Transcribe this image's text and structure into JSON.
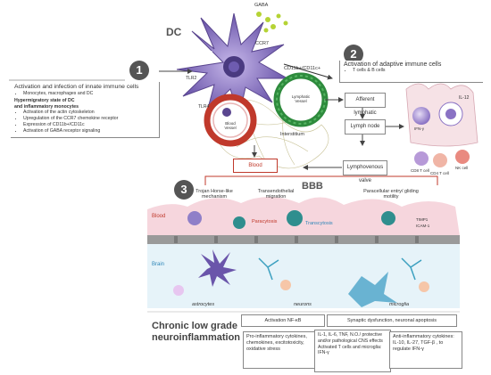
{
  "dc": {
    "title": "DC",
    "gaba": "GABA",
    "ccr7": "CCR7",
    "tlr3": "TLR3",
    "tlr2": "TLR2",
    "tlr4": "TLR4",
    "cd11": "CD11b+/CD11c+"
  },
  "step1": {
    "number": "1",
    "title": "Activation and infection of innate immune cells",
    "cells": [
      "Monocytes, macrophages and DC"
    ],
    "subtitle_1": "Hypermigratory state of DC",
    "subtitle_2": "and inflammatory monocytes",
    "items": [
      "Activation of the actin cytoskeleton",
      "Upregulation of the CCR7 chemokine receptor",
      "Expression of CD11b+/CD11c",
      "Activation of GABA receptor signaling"
    ]
  },
  "step2": {
    "number": "2",
    "title": "Activation of adaptive immune cells",
    "items": [
      "T cells & B cells"
    ]
  },
  "vessels": {
    "lymphatic": "Lymphatic Vessel",
    "blood": "Blood Vessel",
    "interstitium": "Interstitium"
  },
  "flow": {
    "afferent": "Afferent lymphatic",
    "node": "Lymph node",
    "valve": "Lymphovenous valve",
    "blood": "Blood"
  },
  "lymph_cells": {
    "il12": "IL-12",
    "ifng": "IFN-γ",
    "cd8": "CD8 T cell",
    "cd4": "CD4 T cell",
    "nk": "NK cell"
  },
  "step3": {
    "number": "3",
    "bbb": "BBB",
    "blood": "Blood",
    "brain": "Brain",
    "trojan": "Trojan Horse-like mechanism",
    "transendo": "Transendothelial migration",
    "paracellular": "Paracellular entry/ gliding motility",
    "paracytosis": "Paracytosis",
    "transcytosis": "Transcytosis",
    "timp1": "TIMP1",
    "icam1": "ICAM-1",
    "astrocytes": "astrocytes",
    "neurons": "neurons",
    "microglia": "microglia"
  },
  "bottom": {
    "title_1": "Chronic low grade",
    "title_2": "neuroinflammation",
    "nfkb": "Activation NF-κB",
    "synaptic": "Synaptic dysfunction, neuronal apoptosis",
    "col1": "Pro-inflammatory cytokines, chemokines, excitotoxicity, oxidative stress",
    "col2": "IL-1, IL-6, TNF, N.O./ protective and/or pathological CNS effects Activated T cells and microglia: IFN-γ",
    "col3": "Anti-inflammatory cytokines: IL-10, IL-27, TGF-β , to regulate IFN-γ"
  },
  "colors": {
    "dc_purple": "#7a67b5",
    "lymph_green": "#2e8b3d",
    "blood_red": "#c0392b",
    "bbb_pink": "#f3d0d8",
    "brain_blue": "#d9eef7"
  }
}
